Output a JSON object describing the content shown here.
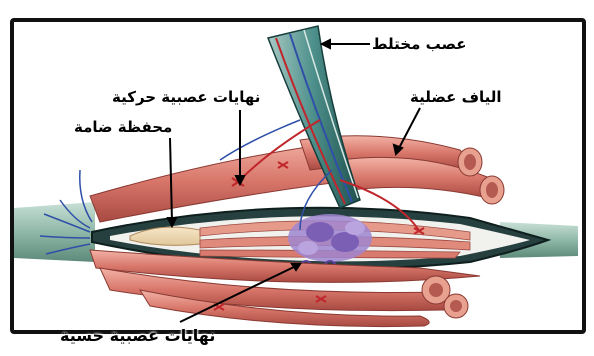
{
  "labels": {
    "mixed_nerve": "عصب مختلط",
    "muscle_fibers": "الياف عضلية",
    "motor_endings": "نهايات عصبية حركية",
    "muscle_spindle": "محفظة ضامة",
    "sensory_endings": "نهايات عصبية حسية"
  },
  "colors": {
    "muscle": "#e0857a",
    "muscle_dark": "#b5544a",
    "nerve": "#2b6e6c",
    "spindle_core": "#8a6fc0",
    "tendon": "#8fb8a8",
    "frame": "#111111",
    "nerve_red": "#c0262b",
    "nerve_blue": "#2f4fa8"
  }
}
